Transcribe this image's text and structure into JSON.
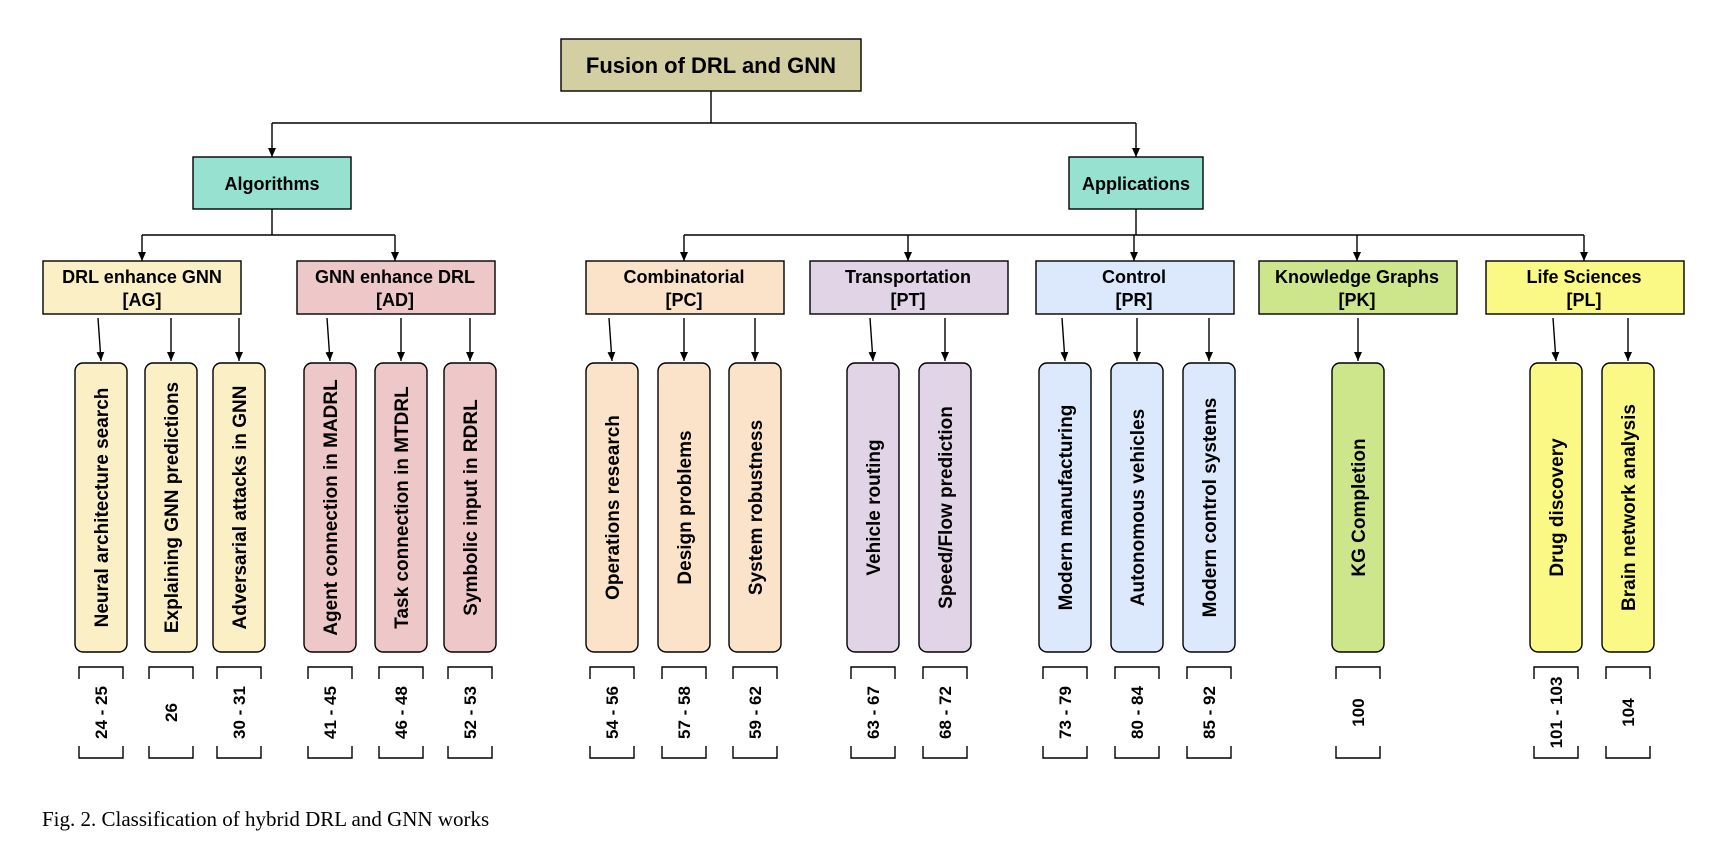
{
  "root": {
    "label": "Fusion of DRL and GNN",
    "color": "#d3cfa3"
  },
  "level1": [
    {
      "label": "Algorithms",
      "color": "#96e1cf"
    },
    {
      "label": "Applications",
      "color": "#96e1cf"
    }
  ],
  "categories": [
    {
      "label": "DRL enhance GNN",
      "code": "[AG]",
      "color": "#fbefc6",
      "leaf_color": "#fbefc6",
      "leaves": [
        {
          "label": "Neural architecture search",
          "refs": "24 - 25"
        },
        {
          "label": "Explaining GNN predictions",
          "refs": "26"
        },
        {
          "label": "Adversarial attacks in GNN",
          "refs": "30 - 31"
        }
      ]
    },
    {
      "label": "GNN enhance DRL",
      "code": "[AD]",
      "color": "#eec7c9",
      "leaf_color": "#eec7c9",
      "leaves": [
        {
          "label": "Agent connection in MADRL",
          "refs": "41 - 45"
        },
        {
          "label": "Task connection in MTDRL",
          "refs": "46 - 48"
        },
        {
          "label": "Symbolic input in RDRL",
          "refs": "52 - 53"
        }
      ]
    },
    {
      "label": "Combinatorial",
      "code": "[PC]",
      "color": "#fae3c8",
      "leaf_color": "#fae3c8",
      "leaves": [
        {
          "label": "Operations research",
          "refs": "54 - 56"
        },
        {
          "label": "Design problems",
          "refs": "57 - 58"
        },
        {
          "label": "System robustness",
          "refs": "59 - 62"
        }
      ]
    },
    {
      "label": "Transportation",
      "code": "[PT]",
      "color": "#e0d4e6",
      "leaf_color": "#e0d4e6",
      "leaves": [
        {
          "label": "Vehicle routing",
          "refs": "63 - 67"
        },
        {
          "label": "Speed/Flow prediction",
          "refs": "68 - 72"
        }
      ]
    },
    {
      "label": "Control",
      "code": "[PR]",
      "color": "#dce8fb",
      "leaf_color": "#dce8fb",
      "leaves": [
        {
          "label": "Modern manufacturing",
          "refs": "73 - 79"
        },
        {
          "label": "Autonomous vehicles",
          "refs": "80 - 84"
        },
        {
          "label": "Modern control systems",
          "refs": "85 - 92"
        }
      ]
    },
    {
      "label": "Knowledge Graphs",
      "code": "[PK]",
      "color": "#cde68b",
      "leaf_color": "#cde68b",
      "leaves": [
        {
          "label": "KG Completion",
          "refs": "100"
        }
      ]
    },
    {
      "label": "Life Sciences",
      "code": "[PL]",
      "color": "#fbf985",
      "leaf_color": "#fbf985",
      "leaves": [
        {
          "label": "Drug discovery",
          "refs": "101 - 103"
        },
        {
          "label": "Brain network analysis",
          "refs": "104"
        }
      ]
    }
  ],
  "caption": "Fig. 2.  Classification of hybrid DRL and GNN works"
}
